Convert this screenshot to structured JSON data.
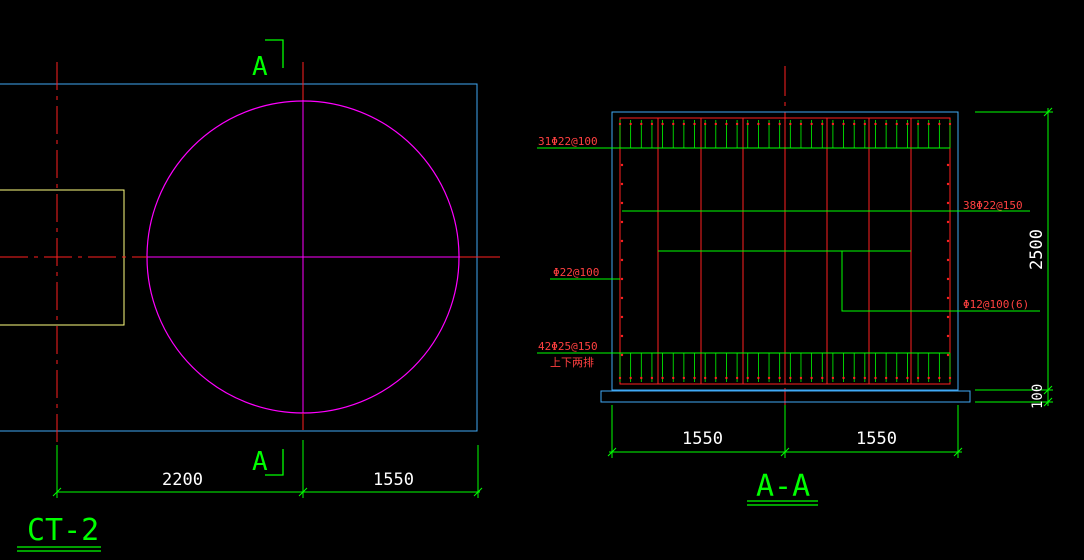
{
  "colors": {
    "background": "#000000",
    "outline": "#3fa9f5",
    "centerline": "#ff2020",
    "pile": "#ff00ff",
    "column": "#ffff80",
    "dimension": "#00ff00",
    "rebar": "#ff2020",
    "label": "#ff4040"
  },
  "plan": {
    "section_mark_top": "A",
    "section_mark_bottom": "A",
    "dims": [
      "2200",
      "1550"
    ],
    "title": "CT-2"
  },
  "section": {
    "title": "A-A",
    "dims_bottom": [
      "1550",
      "1550"
    ],
    "dim_height": "2500",
    "dim_cushion": "100",
    "labels": {
      "top_bars": "31Φ22@100",
      "side_bars_right": "38Φ22@150",
      "side_bars_left": "Φ22@100",
      "stirrups": "Φ12@100(6)",
      "bottom_bars": "42Φ25@150",
      "bottom_note": "上下两排"
    }
  }
}
